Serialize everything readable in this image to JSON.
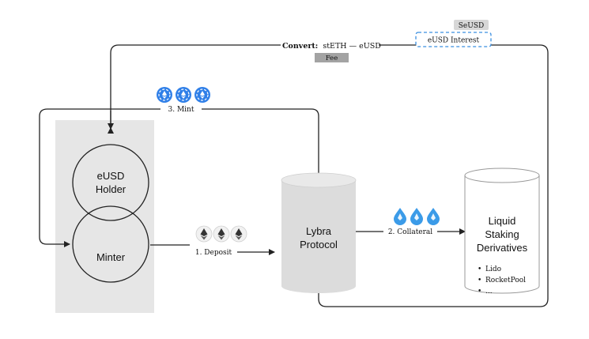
{
  "convert": {
    "prefix": "Convert:",
    "pair": "stETH — eUSD"
  },
  "fee": "Fee",
  "seusd": "SeUSD",
  "eusd_interest": "eUSD Interest",
  "mint": "3. Mint",
  "deposit": "1. Deposit",
  "collateral": "2. Collateral",
  "holder": {
    "line1": "eUSD",
    "line2": "Holder"
  },
  "minter": "Minter",
  "lybra": {
    "line1": "Lybra",
    "line2": "Protocol"
  },
  "lsd": {
    "line1": "Liquid",
    "line2": "Staking",
    "line3": "Derivatives",
    "items": [
      "Lido",
      "RocketPool",
      "..."
    ]
  },
  "icons": {
    "eusd_coin": "eusd-coin-icon",
    "eth_coin": "ethereum-coin-icon",
    "steth_drop": "steth-drop-icon"
  },
  "colors": {
    "eusd_blue": "#2f7fe8",
    "steth_blue": "#3b9be8",
    "panel_gray": "#e6e6e6",
    "cylinder_gray": "#dcdcdc",
    "dashed_blue": "#3b8fe0",
    "line": "#222222"
  }
}
